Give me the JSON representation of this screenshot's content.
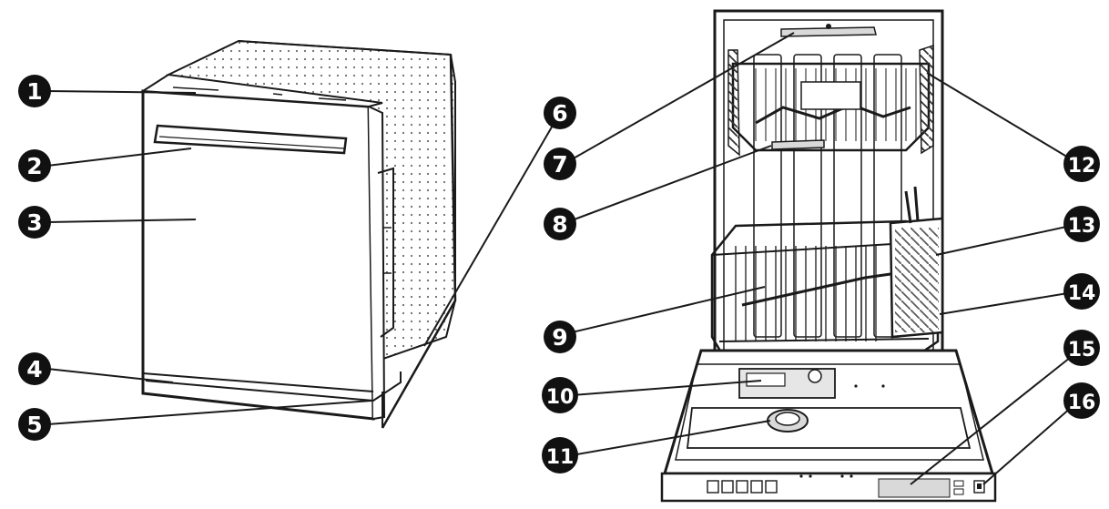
{
  "diagram": {
    "callouts": [
      {
        "id": "1",
        "label": "1"
      },
      {
        "id": "2",
        "label": "2"
      },
      {
        "id": "3",
        "label": "3"
      },
      {
        "id": "4",
        "label": "4"
      },
      {
        "id": "5",
        "label": "5"
      },
      {
        "id": "6",
        "label": "6"
      },
      {
        "id": "7",
        "label": "7"
      },
      {
        "id": "8",
        "label": "8"
      },
      {
        "id": "9",
        "label": "9"
      },
      {
        "id": "10",
        "label": "10"
      },
      {
        "id": "11",
        "label": "11"
      },
      {
        "id": "12",
        "label": "12"
      },
      {
        "id": "13",
        "label": "13"
      },
      {
        "id": "14",
        "label": "14"
      },
      {
        "id": "15",
        "label": "15"
      },
      {
        "id": "16",
        "label": "16"
      }
    ],
    "colors": {
      "ink": "#1a1a1a",
      "badge": "#111111",
      "badge_text": "#ffffff",
      "fill_gray": "#d9d9d9"
    }
  }
}
